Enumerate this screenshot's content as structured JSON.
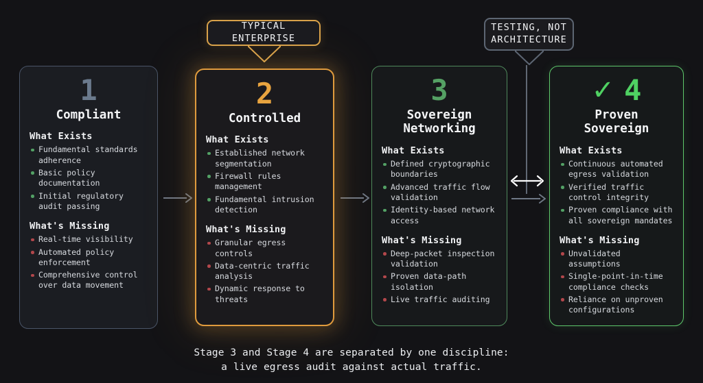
{
  "callouts": {
    "enterprise": {
      "label": "TYPICAL ENTERPRISE",
      "color": "#d9a24a",
      "points_to": "stage-2"
    },
    "testing": {
      "label": "TESTING, NOT\nARCHITECTURE",
      "color": "#5d6673",
      "points_to": "gap-between-stage-3-and-4"
    }
  },
  "stages": [
    {
      "number": "1",
      "title": "Compliant",
      "accent": "#6b7a8d",
      "border": "#4a5568",
      "exists_heading": "What Exists",
      "exists": [
        "Fundamental standards adherence",
        "Basic policy documentation",
        "Initial regulatory audit passing"
      ],
      "missing_heading": "What's Missing",
      "missing": [
        "Real-time visibility",
        "Automated policy enforcement",
        "Comprehensive control over data movement"
      ]
    },
    {
      "number": "2",
      "title": "Controlled",
      "accent": "#e9a43f",
      "border": "#e09b3d",
      "exists_heading": "What Exists",
      "exists": [
        "Established network segmentation",
        "Firewall rules management",
        "Fundamental intrusion detection"
      ],
      "missing_heading": "What's Missing",
      "missing": [
        "Granular egress controls",
        "Data-centric traffic analysis",
        "Dynamic response to threats"
      ]
    },
    {
      "number": "3",
      "title": "Sovereign\nNetworking",
      "accent": "#55a164",
      "border": "#4f8a5c",
      "exists_heading": "What Exists",
      "exists": [
        "Defined cryptographic boundaries",
        "Advanced traffic flow validation",
        "Identity-based network access"
      ],
      "missing_heading": "What's Missing",
      "missing": [
        "Deep-packet inspection validation",
        "Proven data-path isolation",
        "Live traffic auditing"
      ]
    },
    {
      "number": "4",
      "title": "Proven Sovereign",
      "accent": "#4fd162",
      "border": "#5ec96c",
      "check_glyph": "✓",
      "exists_heading": "What Exists",
      "exists": [
        "Continuous automated egress validation",
        "Verified traffic control integrity",
        "Proven compliance with all sovereign mandates"
      ],
      "missing_heading": "What's Missing",
      "missing": [
        "Unvalidated assumptions",
        "Single-point-in-time compliance checks",
        "Reliance on unproven configurations"
      ]
    }
  ],
  "connectors": {
    "arrow_1_2": "single-arrow-right",
    "arrow_2_3": "single-arrow-right",
    "arrow_3_4_top": "double-headed-arrow",
    "arrow_3_4_bottom": "single-arrow-right",
    "color_gray": "#6f7886",
    "color_white": "#ffffff"
  },
  "caption": "Stage 3 and Stage 4 are separated by one discipline:\na live egress audit against actual traffic.",
  "theme": {
    "background": "#131316",
    "card_background": "#1a1a1e",
    "text": "#eceef1"
  }
}
